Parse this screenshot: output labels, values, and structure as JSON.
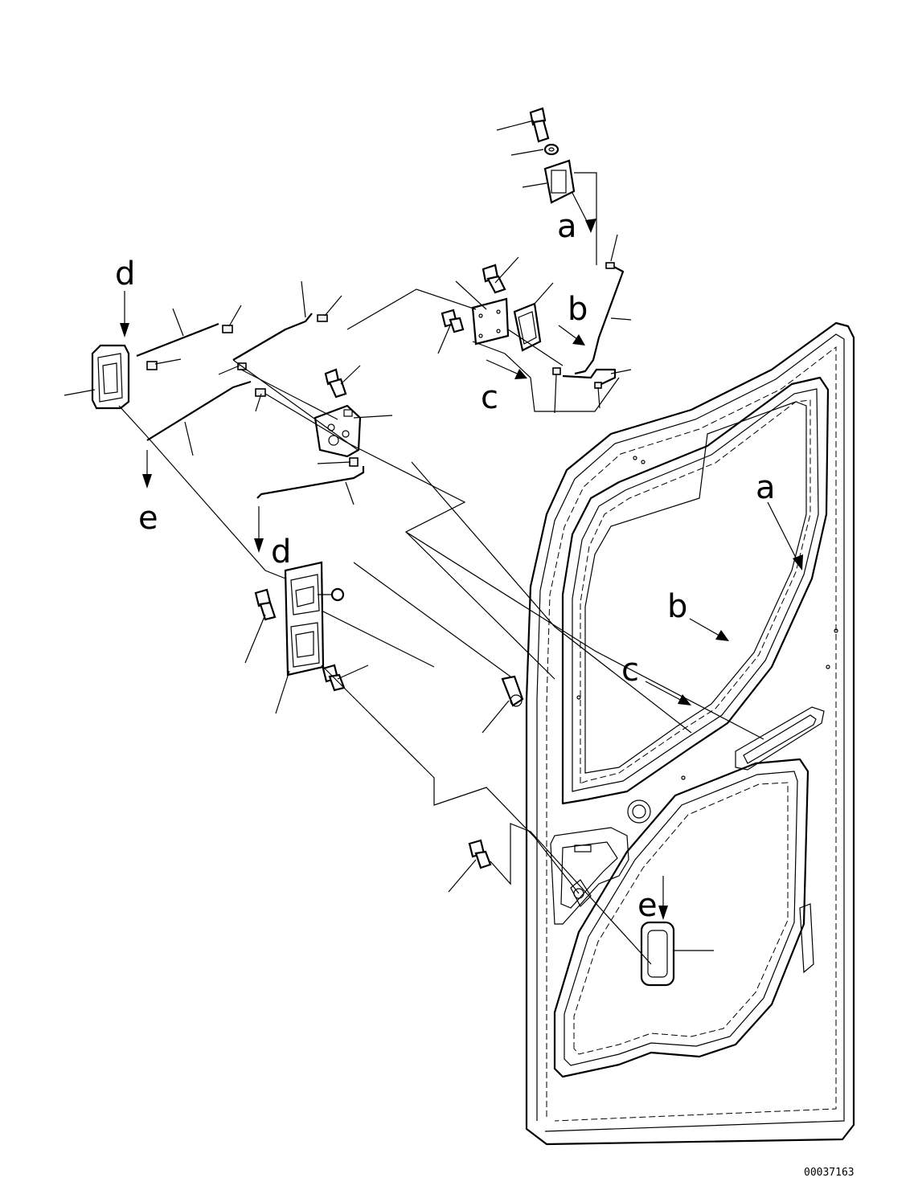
{
  "drawing": {
    "code": "00037163"
  },
  "labels": {
    "a": "a",
    "b": "b",
    "c": "c",
    "d": "d",
    "e": "e"
  }
}
